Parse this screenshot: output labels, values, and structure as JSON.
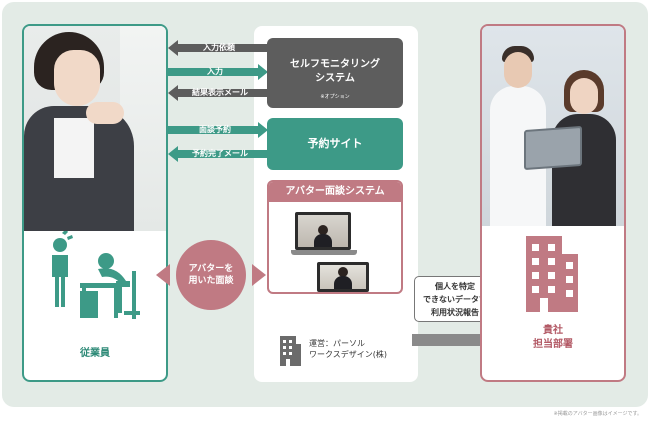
{
  "employee": {
    "label": "従業員"
  },
  "self_monitoring": {
    "title_line1": "セルフモニタリング",
    "title_line2": "システム",
    "note": "※オプション"
  },
  "reservation_site": {
    "title": "予約サイト"
  },
  "avatar_system": {
    "title": "アバター面談システム"
  },
  "operator": {
    "line1": "運営：パーソル",
    "line2": "ワークスデザイン(株)"
  },
  "arrows": {
    "input_request": "入力依頼",
    "input": "入力",
    "result_mail": "結果表示メール",
    "interview_reservation": "面談予約",
    "reservation_complete_mail": "予約完了メール",
    "report_line1": "個人を特定",
    "report_line2": "できないデータで",
    "report_line3": "利用状況報告"
  },
  "avatar_interview": {
    "line1": "アバターを",
    "line2": "用いた面談"
  },
  "staff": {
    "line1": "貴社",
    "line2": "担当部署"
  },
  "footnote": "※掲載のアバター画像はイメージです。",
  "colors": {
    "green": "#3d9a87",
    "pink": "#c07a83",
    "dark": "#5d5d5d",
    "grey": "#8a8a8a",
    "bg": "#e3ebe6"
  }
}
